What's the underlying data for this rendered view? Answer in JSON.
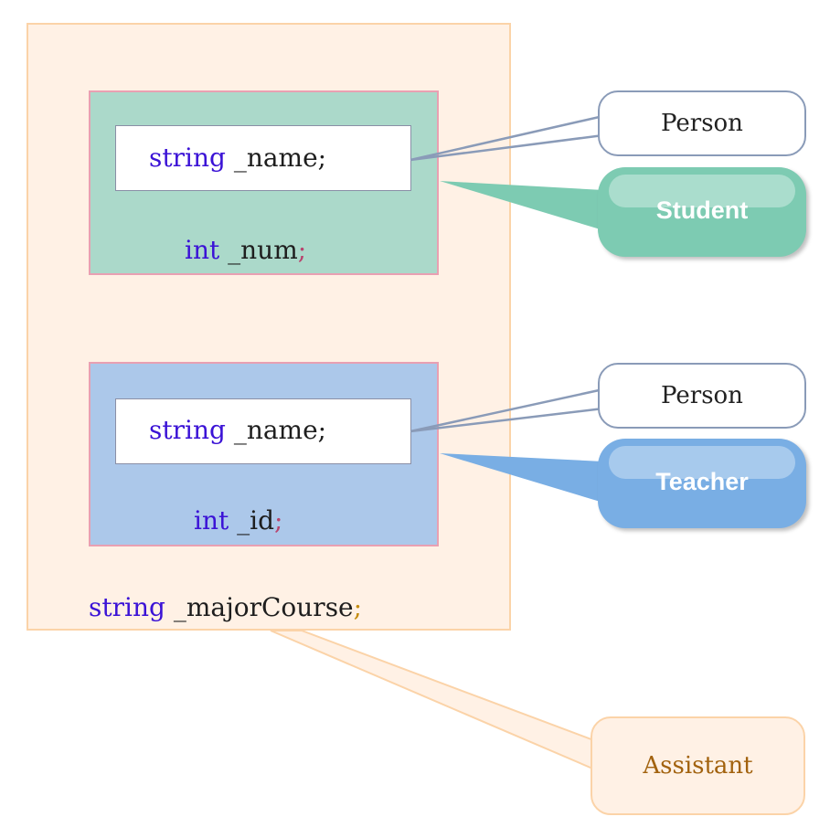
{
  "colors": {
    "assistant_fill": "#fff1e5",
    "assistant_border": "#fbd3a8",
    "student_fill": "#abd9ca",
    "teacher_fill": "#acc8ea",
    "inner_border": "#e9a0b2",
    "keyword": "#3b13d6",
    "student_callout": "#7dcbb2",
    "teacher_callout": "#79aee4",
    "person_callout_border": "#8a9bb8",
    "assistant_text": "#a2620e"
  },
  "student": {
    "name_member": {
      "type": "string",
      "name": " _name",
      "semi": ";"
    },
    "num_member": {
      "type": "int",
      "name": " _num",
      "semi": ";"
    },
    "base_label": "Person",
    "class_label": "Student"
  },
  "teacher": {
    "name_member": {
      "type": "string",
      "name": " _name",
      "semi": ";"
    },
    "id_member": {
      "type": "int",
      "name": " _id",
      "semi": ";"
    },
    "base_label": "Person",
    "class_label": "Teacher"
  },
  "assistant": {
    "major_member": {
      "type": "string",
      "name": " _majorCourse",
      "semi": ";"
    },
    "class_label": "Assistant"
  }
}
